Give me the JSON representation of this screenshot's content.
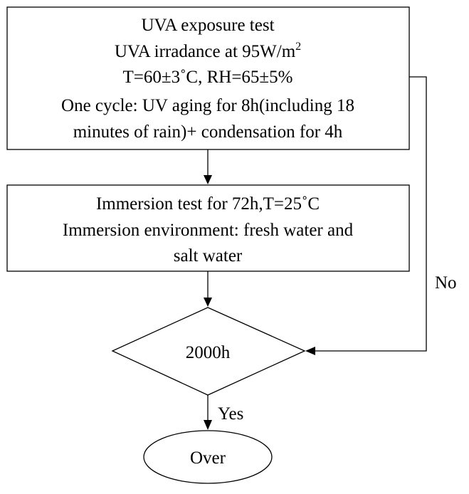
{
  "uva_box": {
    "line1": "UVA exposure test",
    "line2_main": "UVA irradance at 95W/m",
    "line2_sup": "2",
    "line3": "T=60±3˚C, RH=65±5%",
    "line4": "One cycle: UV aging for 8h(including 18",
    "line5": "minutes of rain)+ condensation  for 4h"
  },
  "immersion_box": {
    "line1": "Immersion test for 72h,T=25˚C",
    "line2": "Immersion environment: fresh water and",
    "line3": "salt water"
  },
  "decision": {
    "label": "2000h",
    "yes_label": "Yes",
    "no_label": "No"
  },
  "end_node": {
    "label": "Over"
  }
}
